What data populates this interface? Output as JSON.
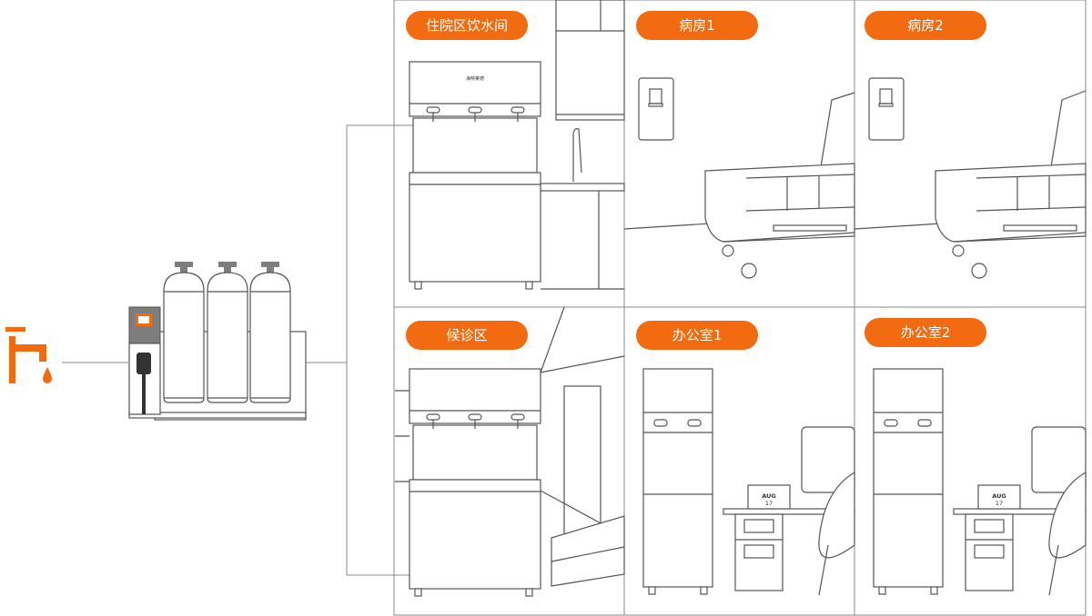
{
  "diagram": {
    "source": {
      "icon": "faucet-icon"
    },
    "purifier": {
      "icon": "water-purification-unit-icon"
    },
    "rooms": [
      {
        "id": "ward-water-room",
        "label": "住院区饮水间"
      },
      {
        "id": "ward-1",
        "label": "病房1"
      },
      {
        "id": "ward-2",
        "label": "病房2"
      },
      {
        "id": "waiting-area",
        "label": "候诊区"
      },
      {
        "id": "office-1",
        "label": "办公室1"
      },
      {
        "id": "office-2",
        "label": "办公室2"
      }
    ],
    "calendar": {
      "month": "AUG",
      "day": "17"
    },
    "brand_mark": "海特莱德"
  },
  "colors": {
    "accent": "#f26b10",
    "line": "#555555",
    "frame": "#8a8a8a"
  }
}
